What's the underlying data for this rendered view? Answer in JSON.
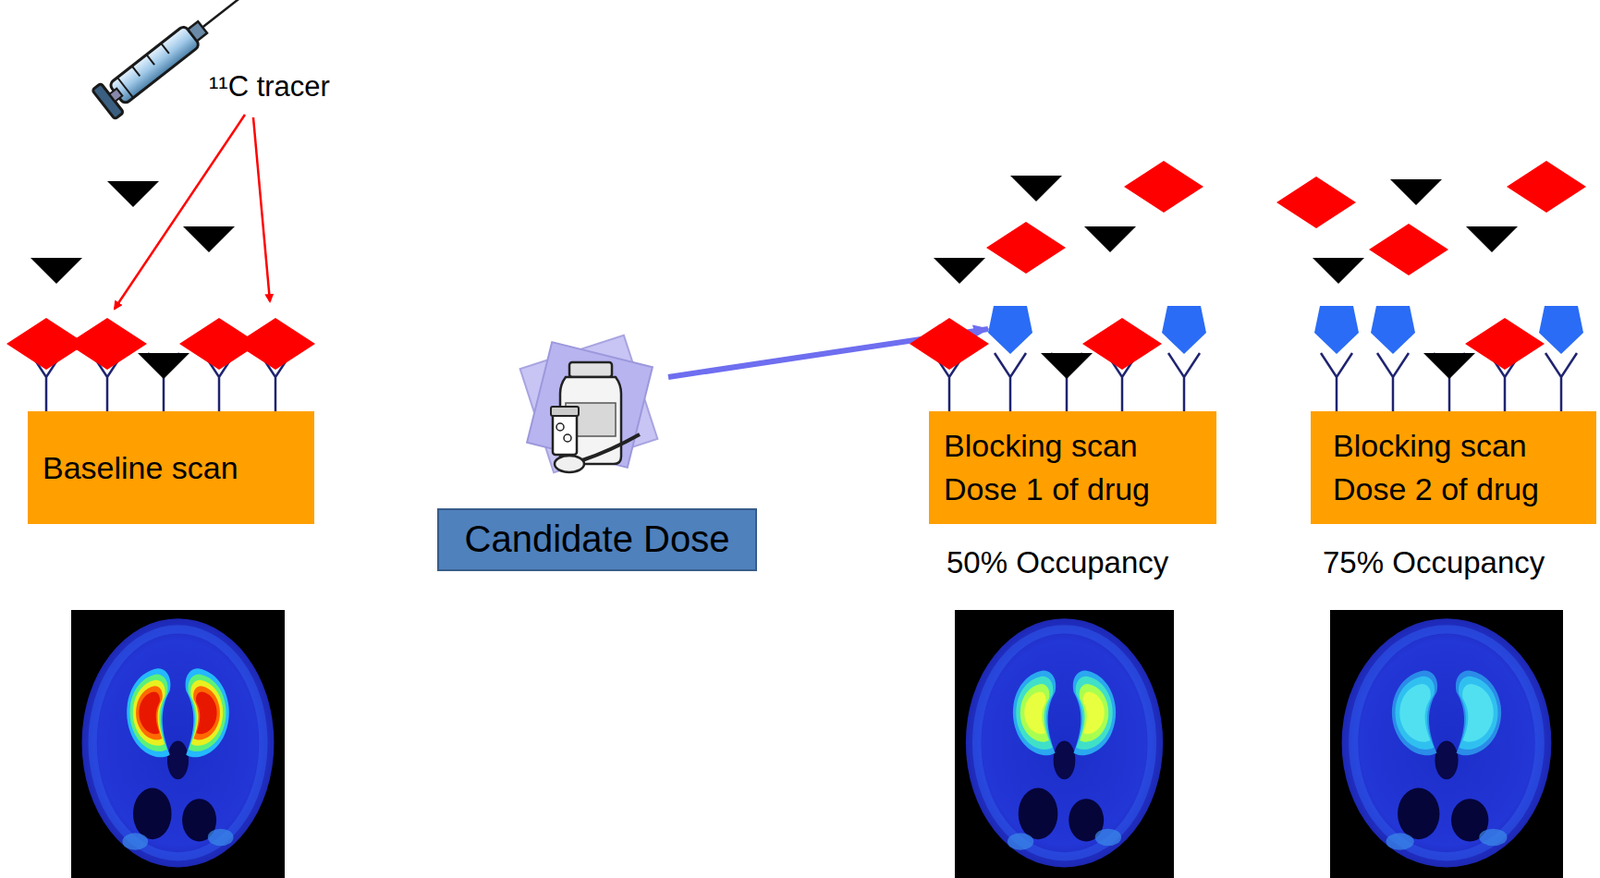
{
  "diagram": {
    "nodes": [
      {
        "text": [
          "Baseline scan"
        ]
      },
      {
        "text": [
          "Candidate Dose"
        ]
      },
      {
        "text": [
          "Blocking scan",
          "Dose 1 of drug"
        ]
      },
      {
        "text": [
          "Blocking scan",
          "Dose 2 of drug"
        ]
      }
    ],
    "labels": [
      "¹¹C tracer",
      "50% Occupancy",
      "75% Occupancy"
    ]
  }
}
